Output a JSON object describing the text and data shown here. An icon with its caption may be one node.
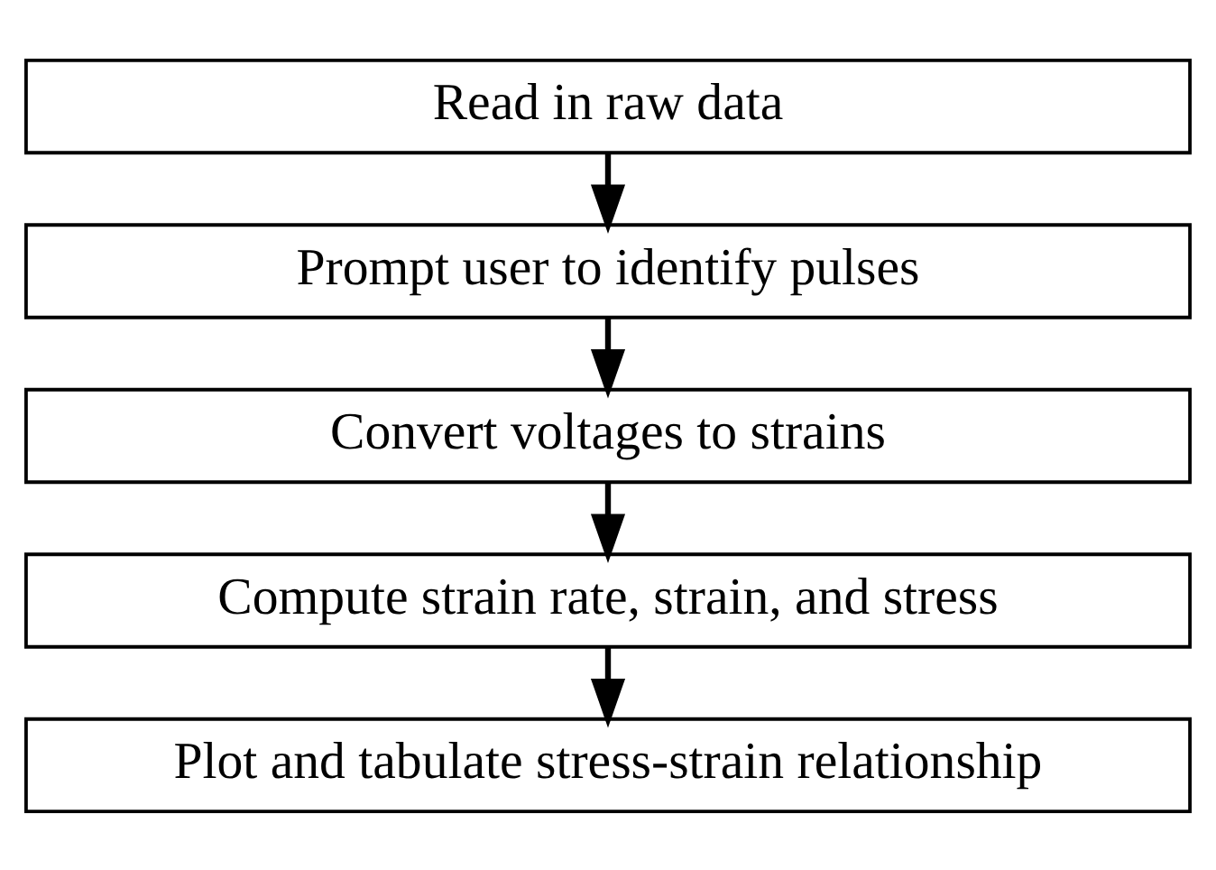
{
  "diagram": {
    "nodes": [
      {
        "text": [
          "Read in raw data"
        ]
      },
      {
        "text": [
          "Prompt user to identify pulses"
        ]
      },
      {
        "text": [
          "Convert voltages to strains"
        ]
      },
      {
        "text": [
          "Compute strain rate, strain, and stress"
        ]
      },
      {
        "text": [
          "Plot and tabulate stress-strain relationship"
        ]
      }
    ],
    "edges": [
      {
        "from": 0,
        "to": 1,
        "arrow": "to"
      },
      {
        "from": 1,
        "to": 2,
        "arrow": "to"
      },
      {
        "from": 2,
        "to": 3,
        "arrow": "to"
      },
      {
        "from": 3,
        "to": 4,
        "arrow": "to"
      }
    ]
  }
}
